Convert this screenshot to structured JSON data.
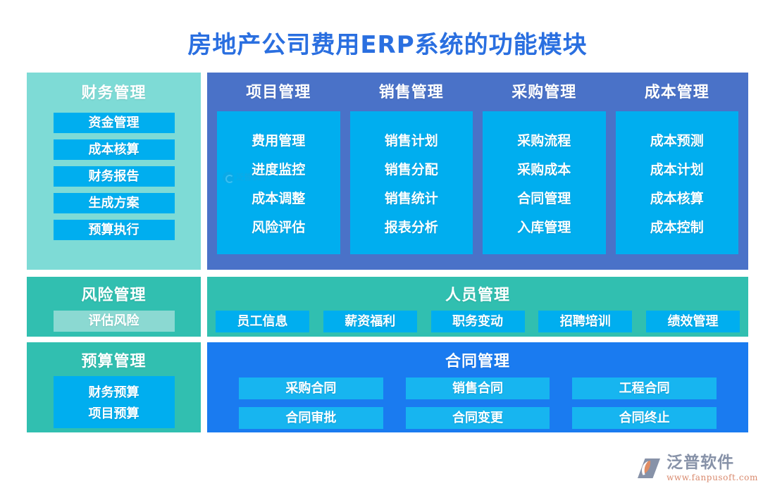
{
  "page": {
    "title": "房地产公司费用ERP系统的功能模块",
    "title_color": "#2A6FE0",
    "background": "#FFFFFF"
  },
  "colors": {
    "teal_light": "#7EDBD6",
    "teal_dark": "#31BFB0",
    "teal_chip": "#8BD9D2",
    "cyan": "#00AEEF",
    "cyan_light": "#17B5F0",
    "blue_panel": "#4A72C8",
    "blue_bright": "#1A7BF0",
    "text_white": "#FFFFFF"
  },
  "finance": {
    "title": "财务管理",
    "items": [
      {
        "label": "资金管理"
      },
      {
        "label": "成本核算"
      },
      {
        "label": "财务报告"
      },
      {
        "label": "生成方案"
      },
      {
        "label": "预算执行"
      }
    ]
  },
  "risk": {
    "title": "风险管理",
    "items": [
      {
        "label": "评估风险"
      }
    ]
  },
  "budget": {
    "title": "预算管理",
    "items": [
      {
        "label": "财务预算"
      },
      {
        "label": "项目预算"
      }
    ]
  },
  "modules": {
    "columns": [
      {
        "title": "项目管理",
        "items": [
          {
            "label": "费用管理"
          },
          {
            "label": "进度监控"
          },
          {
            "label": "成本调整"
          },
          {
            "label": "风险评估"
          }
        ]
      },
      {
        "title": "销售管理",
        "items": [
          {
            "label": "销售计划"
          },
          {
            "label": "销售分配"
          },
          {
            "label": "销售统计"
          },
          {
            "label": "报表分析"
          }
        ]
      },
      {
        "title": "采购管理",
        "items": [
          {
            "label": "采购流程"
          },
          {
            "label": "采购成本"
          },
          {
            "label": "合同管理"
          },
          {
            "label": "入库管理"
          }
        ]
      },
      {
        "title": "成本管理",
        "items": [
          {
            "label": "成本预测"
          },
          {
            "label": "成本计划"
          },
          {
            "label": "成本核算"
          },
          {
            "label": "成本控制"
          }
        ]
      }
    ]
  },
  "personnel": {
    "title": "人员管理",
    "items": [
      {
        "label": "员工信息"
      },
      {
        "label": "薪资福利"
      },
      {
        "label": "职务变动"
      },
      {
        "label": "招聘培训"
      },
      {
        "label": "绩效管理"
      }
    ]
  },
  "contract": {
    "title": "合同管理",
    "items": [
      {
        "label": "采购合同"
      },
      {
        "label": "销售合同"
      },
      {
        "label": "工程合同"
      },
      {
        "label": "合同审批"
      },
      {
        "label": "合同变更"
      },
      {
        "label": "合同终止"
      }
    ]
  },
  "watermark": {
    "brand": "泛普软件",
    "url": "www.fanpusoft.com"
  },
  "logo": {
    "brand": "泛普软件",
    "url": "www.fanpusoft.com"
  }
}
